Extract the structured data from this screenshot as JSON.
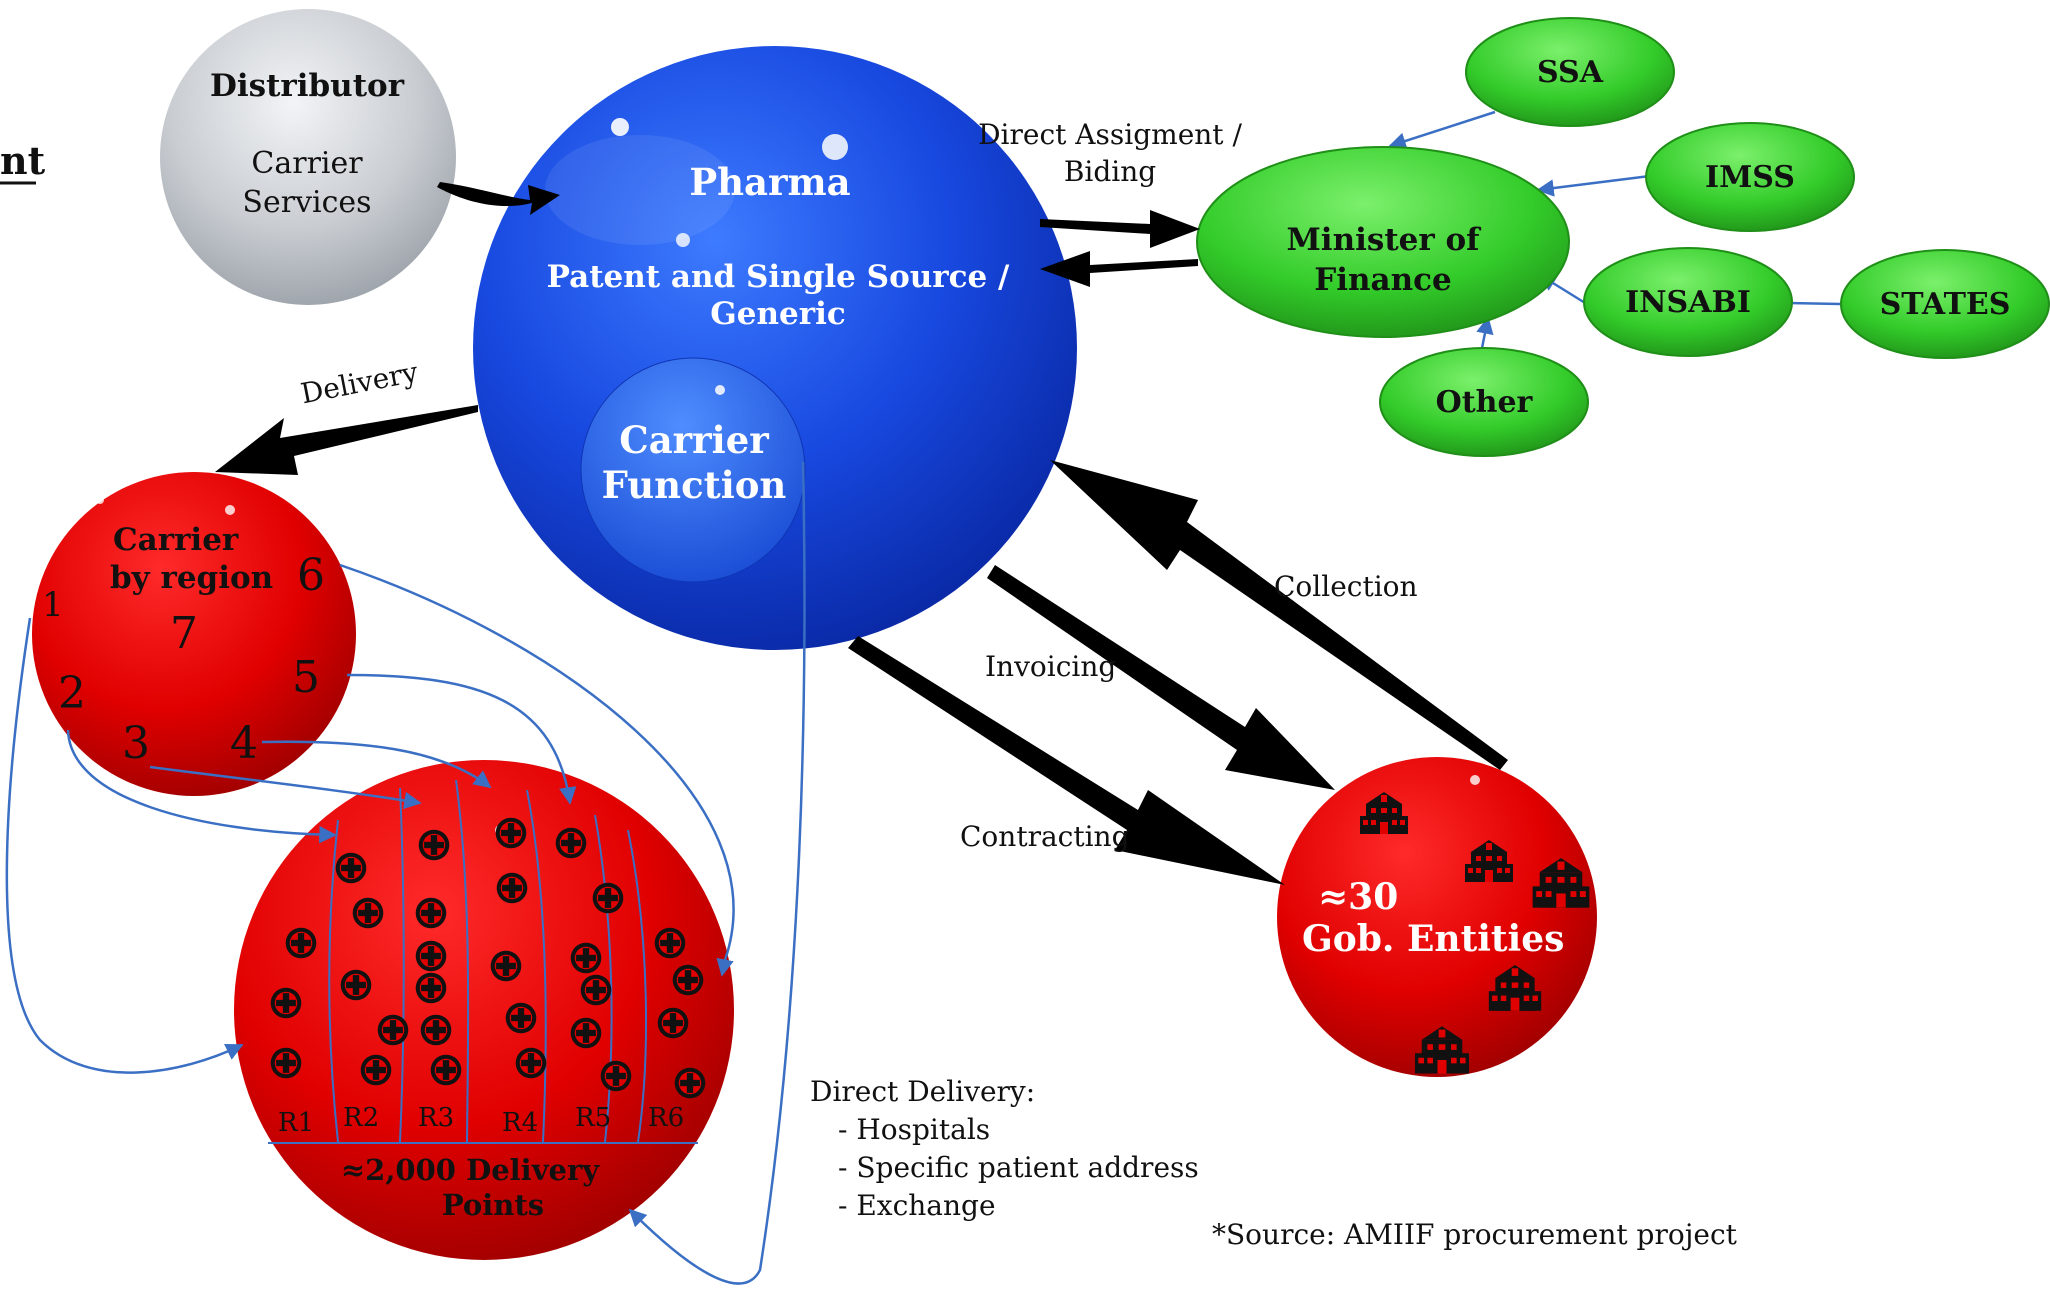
{
  "partial_heading": "nt",
  "distributor": {
    "title": "Distributor",
    "line1": "Carrier",
    "line2": "Services"
  },
  "pharma": {
    "title": "Pharma",
    "subtitle_line1": "Patent and Single Source /",
    "subtitle_line2": "Generic"
  },
  "carrier_function": {
    "line1": "Carrier",
    "line2": "Function"
  },
  "finance": {
    "line1": "Minister of",
    "line2": "Finance"
  },
  "agencies": {
    "ssa": "SSA",
    "imss": "IMSS",
    "insabi": "INSABI",
    "states": "STATES",
    "other": "Other"
  },
  "edges": {
    "direct_line1": "Direct Assigment /",
    "direct_line2": "Biding",
    "delivery": "Delivery",
    "collection": "Collection",
    "invoicing": "Invoicing",
    "contracting": "Contracting"
  },
  "carrier_region": {
    "line1": "Carrier",
    "line2": "by region",
    "numbers": [
      "1",
      "2",
      "3",
      "4",
      "5",
      "6",
      "7"
    ]
  },
  "delivery_points": {
    "regions": [
      "R1",
      "R2",
      "R3",
      "R4",
      "R5",
      "R6"
    ],
    "label_line1": "≈2,000 Delivery",
    "label_line2": "Points"
  },
  "gob": {
    "line1": "≈30",
    "line2": "Gob. Entities"
  },
  "direct_delivery": {
    "title": "Direct Delivery:",
    "items": [
      "- Hospitals",
      "- Specific patient address",
      "- Exchange"
    ]
  },
  "source": "*Source: AMIIF procurement project",
  "colors": {
    "blue": "#1f4fe0",
    "red": "#e00000",
    "green": "#33cc2a",
    "silver": "#c9cdd2",
    "link": "#3a6fc4"
  },
  "icons": {
    "medical": "medical-cross-icon",
    "building": "hospital-building-icon"
  }
}
